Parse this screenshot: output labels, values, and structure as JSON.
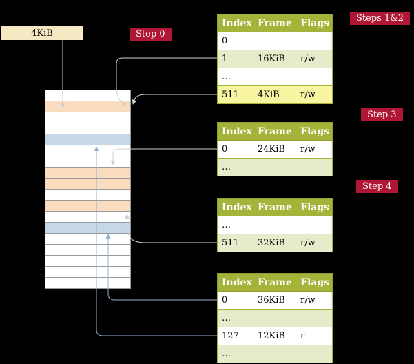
{
  "diagram": {
    "frame_box": {
      "label": "4KiB"
    },
    "badges": {
      "step0": "Step 0",
      "steps12": "Steps 1&2",
      "step3": "Step 3",
      "step4": "Step 4"
    }
  },
  "tables": [
    {
      "headers": [
        "Index",
        "Frame",
        "Flags"
      ],
      "rows": [
        [
          "0",
          "-",
          "-"
        ],
        [
          "1",
          "16KiB",
          "r/w"
        ],
        [
          "…",
          "",
          ""
        ],
        [
          "511",
          "4KiB",
          "r/w"
        ]
      ],
      "row_styles": [
        "white",
        "green",
        "white",
        "yellow"
      ]
    },
    {
      "headers": [
        "Index",
        "Frame",
        "Flags"
      ],
      "rows": [
        [
          "0",
          "24KiB",
          "r/w"
        ],
        [
          "…",
          "",
          ""
        ]
      ],
      "row_styles": [
        "white",
        "green"
      ]
    },
    {
      "headers": [
        "Index",
        "Frame",
        "Flags"
      ],
      "rows": [
        [
          "…",
          "",
          ""
        ],
        [
          "511",
          "32KiB",
          "r/w"
        ]
      ],
      "row_styles": [
        "white",
        "green"
      ]
    },
    {
      "headers": [
        "Index",
        "Frame",
        "Flags"
      ],
      "rows": [
        [
          "0",
          "36KiB",
          "r/w"
        ],
        [
          "…",
          "",
          ""
        ],
        [
          "127",
          "12KiB",
          "r"
        ],
        [
          "…",
          "",
          ""
        ]
      ],
      "row_styles": [
        "white",
        "green",
        "white",
        "green"
      ]
    }
  ],
  "memory": {
    "rows": [
      "white",
      "peach",
      "white",
      "white",
      "blue",
      "white",
      "white",
      "peach",
      "peach",
      "white",
      "peach",
      "white",
      "blue",
      "white",
      "white",
      "white",
      "white",
      "white"
    ]
  },
  "colors": {
    "badge_bg": "#b01734",
    "table_header_bg": "#a5b33a",
    "row_green": "#e6ecca",
    "row_yellow_highlight": "#f8f5a2",
    "memory_table_row": "#f9ddbe",
    "memory_frame_row": "#c6d7ea",
    "arrow_gray": "#d0d0d0",
    "arrow_blue": "#93afd2"
  }
}
